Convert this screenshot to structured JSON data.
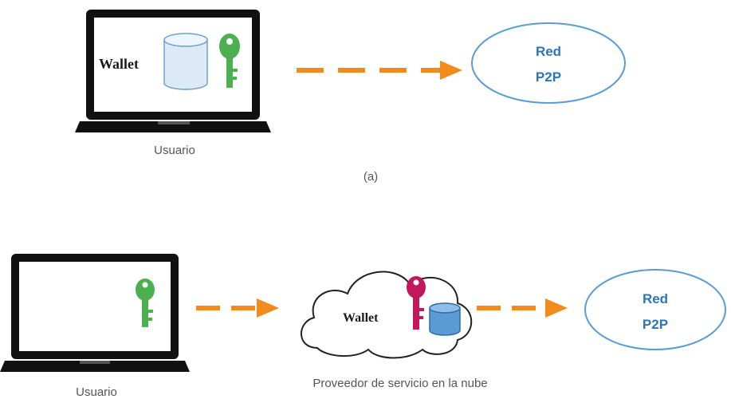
{
  "scenario_a": {
    "laptop_wallet_label": "Wallet",
    "user_label": "Usuario",
    "network_line1": "Red",
    "network_line2": "P2P",
    "caption": "(a)"
  },
  "scenario_b": {
    "cloud_wallet_label": "Wallet",
    "user_label": "Usuario",
    "cloud_label": "Proveedor de servicio en la nube",
    "network_line1": "Red",
    "network_line2": "P2P"
  },
  "colors": {
    "arrow": "#f28a1e",
    "network_border": "#5b9bd5",
    "network_text": "#2e75b6",
    "key_green": "#4caf50",
    "key_magenta": "#c2185b",
    "database_fill": "#dce9f7",
    "database_blue": "#5b9bd5"
  },
  "icons": [
    "laptop-icon",
    "database-icon",
    "key-icon",
    "cloud-icon",
    "arrow-icon"
  ]
}
